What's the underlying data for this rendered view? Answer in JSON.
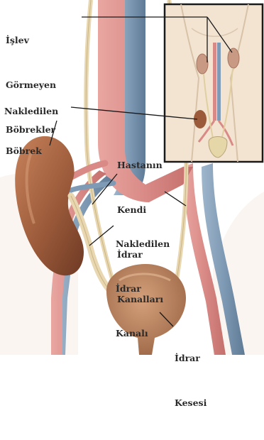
{
  "labels": {
    "islev_gormeyen_bobrekler": [
      "İşlev",
      "Görmeyen",
      "Böbrekler"
    ],
    "nakledilen": [
      "Nakledilen"
    ],
    "bobrek": [
      "Böbrek"
    ],
    "hastanin_kendi_idrar_kanallari": [
      "Hastanın",
      "Kendi",
      "İdrar",
      "Kanalları"
    ],
    "nakledilen_idrar_kanali": [
      "Nakledilen",
      "İdrar",
      "Kanalı"
    ],
    "idrar_kesesi": [
      "İdrar",
      "Kesesi"
    ]
  },
  "colors": {
    "kidney": "#9b5a3a",
    "kidney_light": "#b9764f",
    "artery": "#d98a86",
    "vein": "#7f9ab4",
    "ureter": "#e8d7b0",
    "bladder": "#b8805c",
    "skin": "#f3e4d2",
    "leader_line": "#1a1a1a",
    "label_text": "#2a2a2a"
  }
}
